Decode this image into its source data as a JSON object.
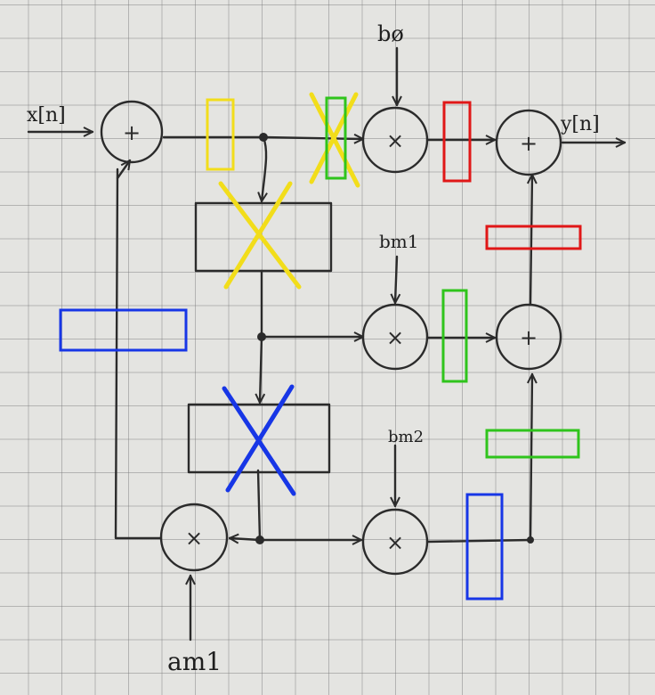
{
  "labels": {
    "input": "x[n]",
    "output": "y[n]",
    "b0": "bø",
    "bm1": "bm1",
    "bm2": "bm2",
    "am1": "am1"
  },
  "operators": {
    "add": "+",
    "multiply": "×"
  },
  "colors": {
    "yellow": "#f2dd1a",
    "green": "#2fc41c",
    "red": "#e01717",
    "blue": "#1736e6",
    "ink": "#2b2b2b",
    "paper": "#e4e4e1"
  }
}
